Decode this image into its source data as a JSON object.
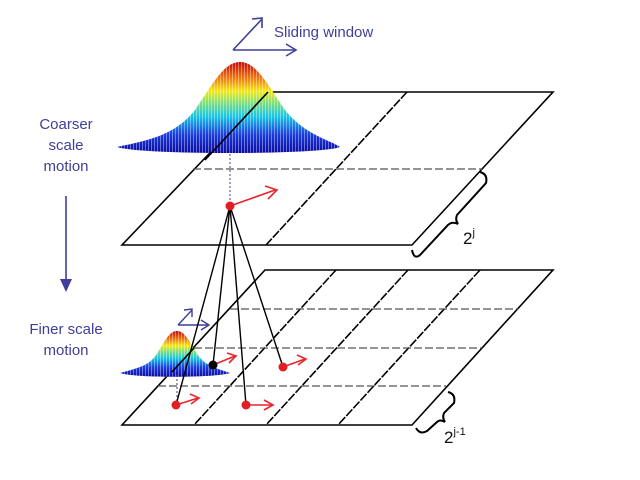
{
  "labels": {
    "sliding_window": "Sliding window",
    "coarser_line1": "Coarser",
    "coarser_line2": "scale",
    "coarser_line3": "motion",
    "finer_line1": "Finer scale",
    "finer_line2": "motion",
    "upper_scale_base": "2",
    "upper_scale_exp": "j",
    "lower_scale_base": "2",
    "lower_scale_exp": "j-1"
  },
  "colors": {
    "text": "#3f3f9a",
    "arrow_blue": "#3f3f9a",
    "motion_vector": "#e8262b",
    "grid_line": "#000000",
    "dashed_line": "#555555",
    "gaussian_low": "#0a0aa0",
    "gaussian_high": "#c00000"
  },
  "planes": [
    {
      "name": "coarser",
      "columns": 2,
      "rows": 2
    },
    {
      "name": "finer",
      "columns": 4,
      "rows": 4
    }
  ]
}
